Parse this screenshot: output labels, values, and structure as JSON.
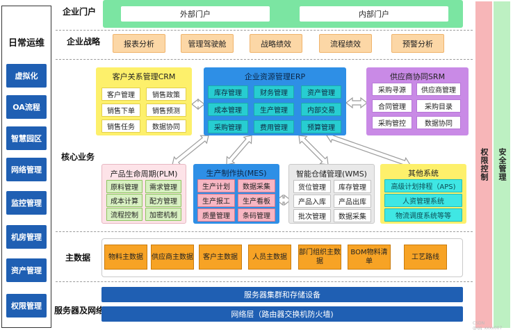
{
  "left_panel": {
    "title": "日常运维",
    "items": [
      "虚拟化",
      "OA流程",
      "智慧园区",
      "网络管理",
      "监控管理",
      "机房管理",
      "资产管理",
      "权限管理"
    ]
  },
  "right_columns": {
    "permission": "权限控制",
    "security": "安全管理"
  },
  "rows": {
    "portal": "企业门户",
    "strategy": "企业战略",
    "core": "核心业务",
    "master": "主数据",
    "server": "服务器及网络"
  },
  "portal": [
    "外部门户",
    "内部门户"
  ],
  "strategy": [
    "报表分析",
    "管理驾驶舱",
    "战略绩效",
    "流程绩效",
    "预警分析"
  ],
  "crm": {
    "title": "客户关系管理CRM",
    "cells": [
      "客户管理",
      "销售政策",
      "销售下单",
      "销售预测",
      "销售任务",
      "数据协同"
    ]
  },
  "erp": {
    "title": "企业资源管理ERP",
    "cells": [
      "库存管理",
      "财务管理",
      "资产管理",
      "成本管理",
      "生产管理",
      "内部交易",
      "采购管理",
      "费用管理",
      "预算管理"
    ]
  },
  "srm": {
    "title": "供应商协同SRM",
    "cells": [
      "采购寻源",
      "供应商管理",
      "合同管理",
      "采购目录",
      "采购管控",
      "数据协同"
    ]
  },
  "plm": {
    "title": "产品生命周期(PLM)",
    "cells": [
      "原料管理",
      "需求管理",
      "成本计算",
      "配方管理",
      "流程控制",
      "加密机制"
    ]
  },
  "mes": {
    "title": "生产制作执(MES)",
    "cells": [
      "生产计划",
      "数据采集",
      "生产报工",
      "生产看板",
      "质量管理",
      "条码管理"
    ]
  },
  "wms": {
    "title": "智能仓储管理(WMS)",
    "cells": [
      "货位管理",
      "库存管理",
      "产品入库",
      "产品出库",
      "批次管理",
      "数据采集"
    ]
  },
  "other": {
    "title": "其他系统",
    "cells": [
      "高级计划排程（APS)",
      "人资管理系统",
      "物流调度系统等等"
    ]
  },
  "master_data": [
    "物料主数据",
    "供应商主数据",
    "客户主数据",
    "人员主数据",
    "部门组织主数据",
    "BOM物料清单",
    "工艺路线"
  ],
  "server": [
    "服务器集群和存储设备",
    "网络层（路由器交换机防火墙)"
  ],
  "colors": {
    "nav_blue": "#1f5fb3",
    "portal_green": "#7be5a2",
    "strategy_orange": "#fcd7a6",
    "crm_yellow": "#fdf06b",
    "erp_blue": "#2e8fe6",
    "srm_purple": "#c98ae6",
    "plm_pink": "#fde3e8",
    "mes_blue": "#2e8fe6",
    "wms_gray": "#e9e9e9",
    "other_yellow": "#fdf06b",
    "master_orange": "#f7a325",
    "permission_pink": "#f7b6b8",
    "security_green": "#bdf0c2"
  },
  "watermark": "CSDN @qq_xxxx007"
}
